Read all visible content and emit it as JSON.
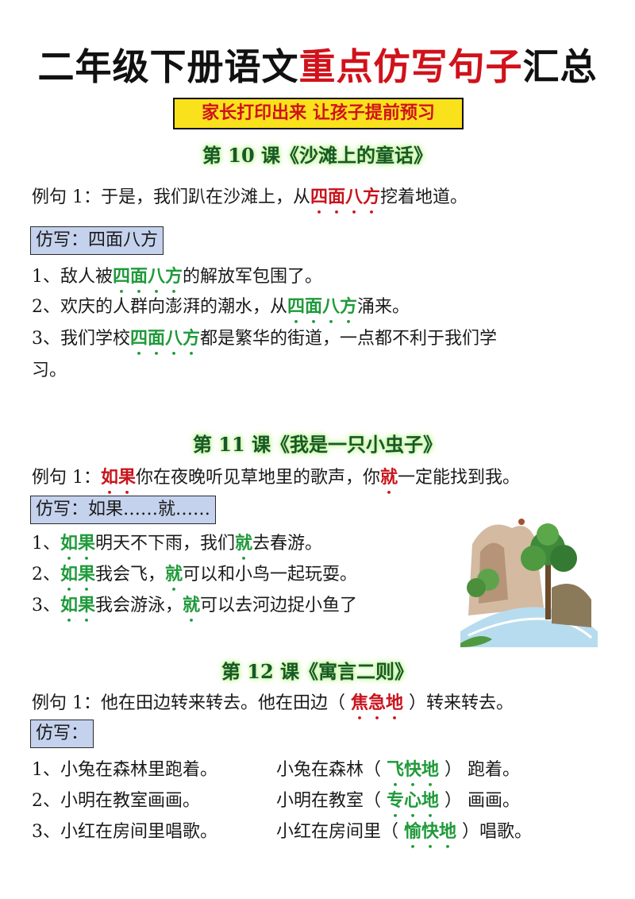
{
  "title": {
    "part1": "二年级下册语文",
    "part2": "重点仿写句子",
    "part3": "汇总"
  },
  "banner": "家长打印出来 让孩子提前预习",
  "sections": [
    {
      "lesson": "第 10 课《沙滩上的童话》",
      "example": {
        "pre": "例句 1：于是，我们趴在沙滩上，从",
        "hl": "四面八方",
        "post": "挖着地道。"
      },
      "label": "仿写：四面八方",
      "items": [
        {
          "pre": "1、敌人被",
          "hl": "四面八方",
          "post": "的解放军包围了。"
        },
        {
          "pre": "2、欢庆的人群向澎湃的潮水，从",
          "hl": "四面八方",
          "post": "涌来。"
        },
        {
          "pre": "3、我们学校",
          "hl": "四面八方",
          "post": "都是繁华的街道，一点都不利于我们学",
          "cont": "习。"
        }
      ]
    },
    {
      "lesson": "第 11 课《我是一只小虫子》",
      "example": {
        "pre": "例句 1：",
        "hl1": "如果",
        "mid": "你在夜晚听见草地里的歌声，你",
        "hl2": "就",
        "post": "一定能找到我。"
      },
      "label": "仿写：如果……就……",
      "items": [
        {
          "n": "1、",
          "hl1": "如果",
          "mid": "明天不下雨，我们",
          "hl2": "就",
          "post": "去春游。"
        },
        {
          "n": "2、",
          "hl1": "如果",
          "mid": "我会飞，",
          "hl2": "就",
          "post": "可以和小鸟一起玩耍。"
        },
        {
          "n": "3、",
          "hl1": "如果",
          "mid": "我会游泳，",
          "hl2": "就",
          "post": "可以去河边捉小鱼了"
        }
      ]
    },
    {
      "lesson": "第 12 课《寓言二则》",
      "example": {
        "pre": "例句 1：他在田边转来转去。他在田边（ ",
        "hl": "焦急地",
        "post": " ）转来转去。"
      },
      "label": "仿写：",
      "items": [
        {
          "left": "1、小兔在森林里跑着。",
          "pre": "小兔在森林（ ",
          "hl": "飞快地",
          "post": " ） 跑着。"
        },
        {
          "left": "2、小明在教室画画。",
          "pre": "小明在教室（ ",
          "hl": "专心地",
          "post": " ） 画画。"
        },
        {
          "left": "3、小红在房间里唱歌。",
          "pre": "小红在房间里（ ",
          "hl": "愉快地",
          "post": " ）唱歌。"
        }
      ]
    }
  ]
}
